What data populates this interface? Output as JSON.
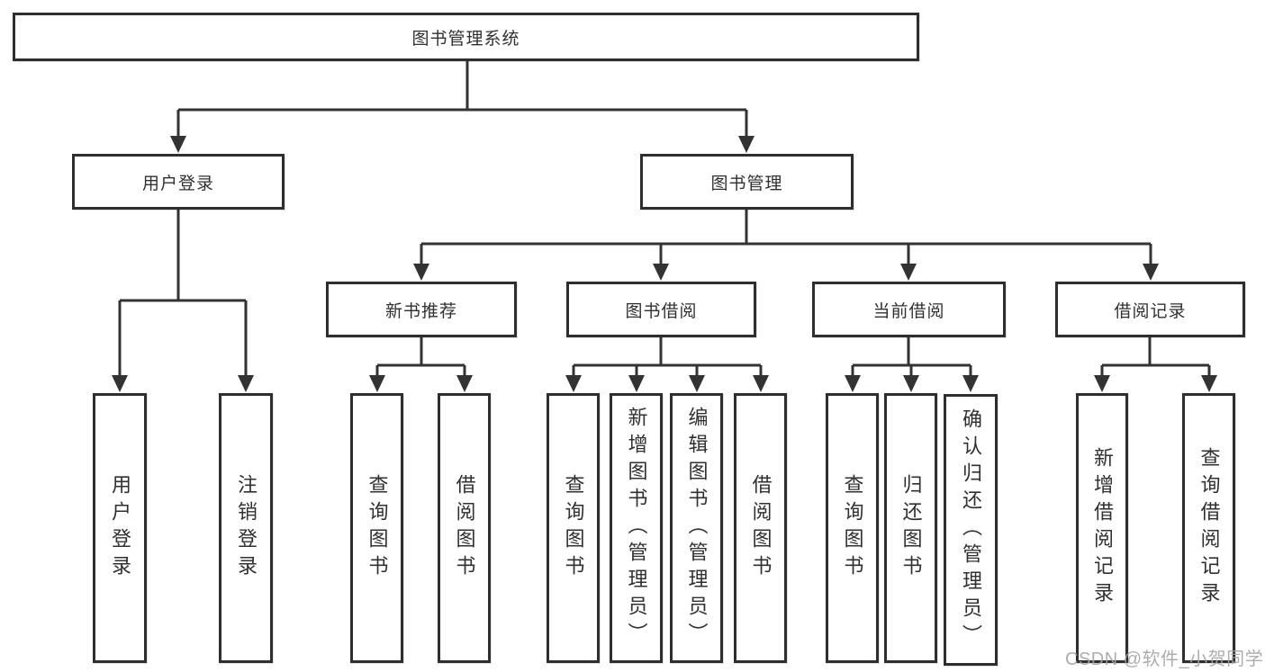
{
  "diagram": {
    "root": {
      "label": "图书管理系统"
    },
    "branches": [
      {
        "label": "用户登录",
        "children": [
          {
            "label": "用户登录"
          },
          {
            "label": "注销登录"
          }
        ]
      },
      {
        "label": "图书管理",
        "children": [
          {
            "label": "新书推荐",
            "children": [
              {
                "label": "查询图书"
              },
              {
                "label": "借阅图书"
              }
            ]
          },
          {
            "label": "图书借阅",
            "children": [
              {
                "label": "查询图书"
              },
              {
                "label": "新增图书（管理员）"
              },
              {
                "label": "编辑图书（管理员）"
              },
              {
                "label": "借阅图书"
              }
            ]
          },
          {
            "label": "当前借阅",
            "children": [
              {
                "label": "查询图书"
              },
              {
                "label": "归还图书"
              },
              {
                "label": "确认归还（管理员）"
              }
            ]
          },
          {
            "label": "借阅记录",
            "children": [
              {
                "label": "新增借阅记录"
              },
              {
                "label": "查询借阅记录"
              }
            ]
          }
        ]
      }
    ],
    "watermark": "CSDN @软件_小贺同学",
    "colors": {
      "line": "#333333",
      "box_border": "#2e2e2e",
      "text": "#303030",
      "watermark": "#a4a4a4"
    }
  }
}
